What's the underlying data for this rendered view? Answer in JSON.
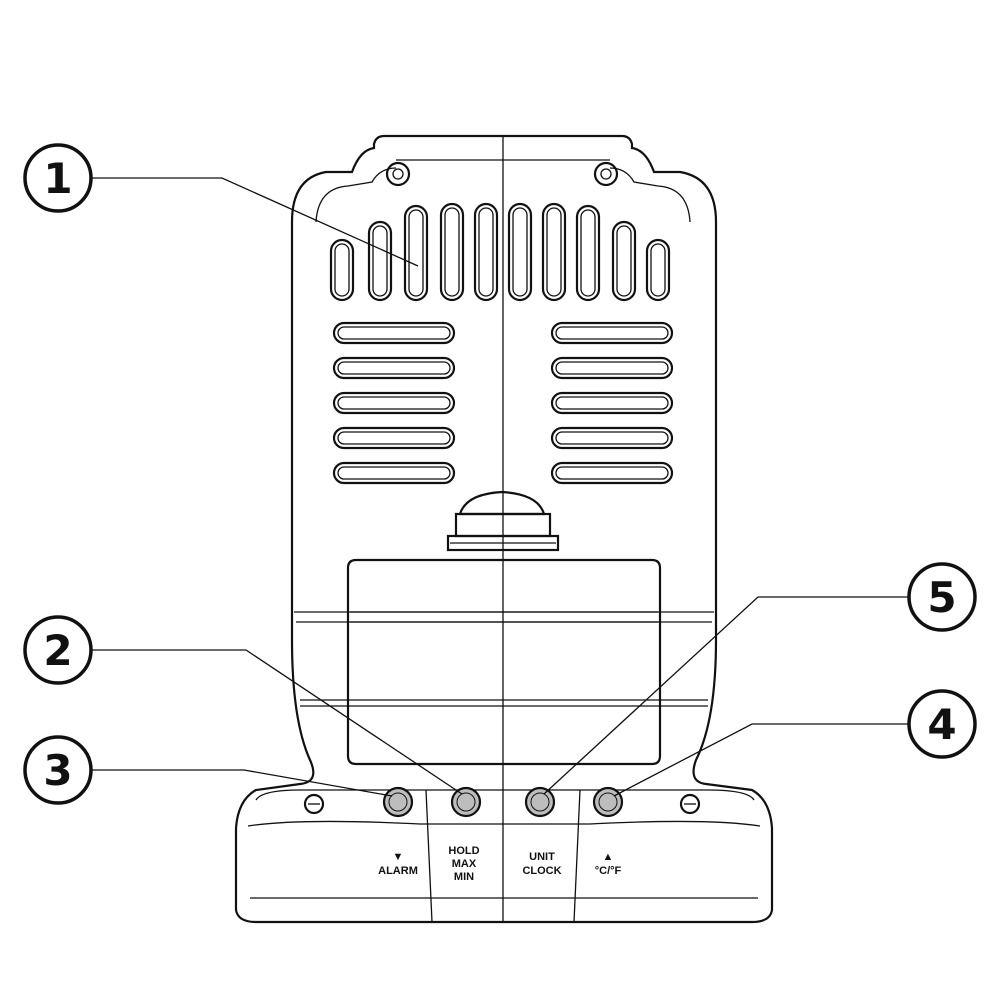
{
  "callouts": [
    {
      "id": "1",
      "label": "1"
    },
    {
      "id": "2",
      "label": "2"
    },
    {
      "id": "3",
      "label": "3"
    },
    {
      "id": "4",
      "label": "4"
    },
    {
      "id": "5",
      "label": "5"
    }
  ],
  "buttons": {
    "alarm": {
      "arrow": "▼",
      "lines": [
        "ALARM"
      ]
    },
    "hold": {
      "lines": [
        "HOLD",
        "MAX",
        "MIN"
      ]
    },
    "unit": {
      "lines": [
        "UNIT",
        "CLOCK"
      ]
    },
    "unit_temp": {
      "arrow": "▲",
      "lines": [
        "°C/°F"
      ]
    }
  },
  "colors": {
    "ink": "#111111",
    "paper": "#ffffff",
    "button_fill": "#bdbdbd"
  }
}
